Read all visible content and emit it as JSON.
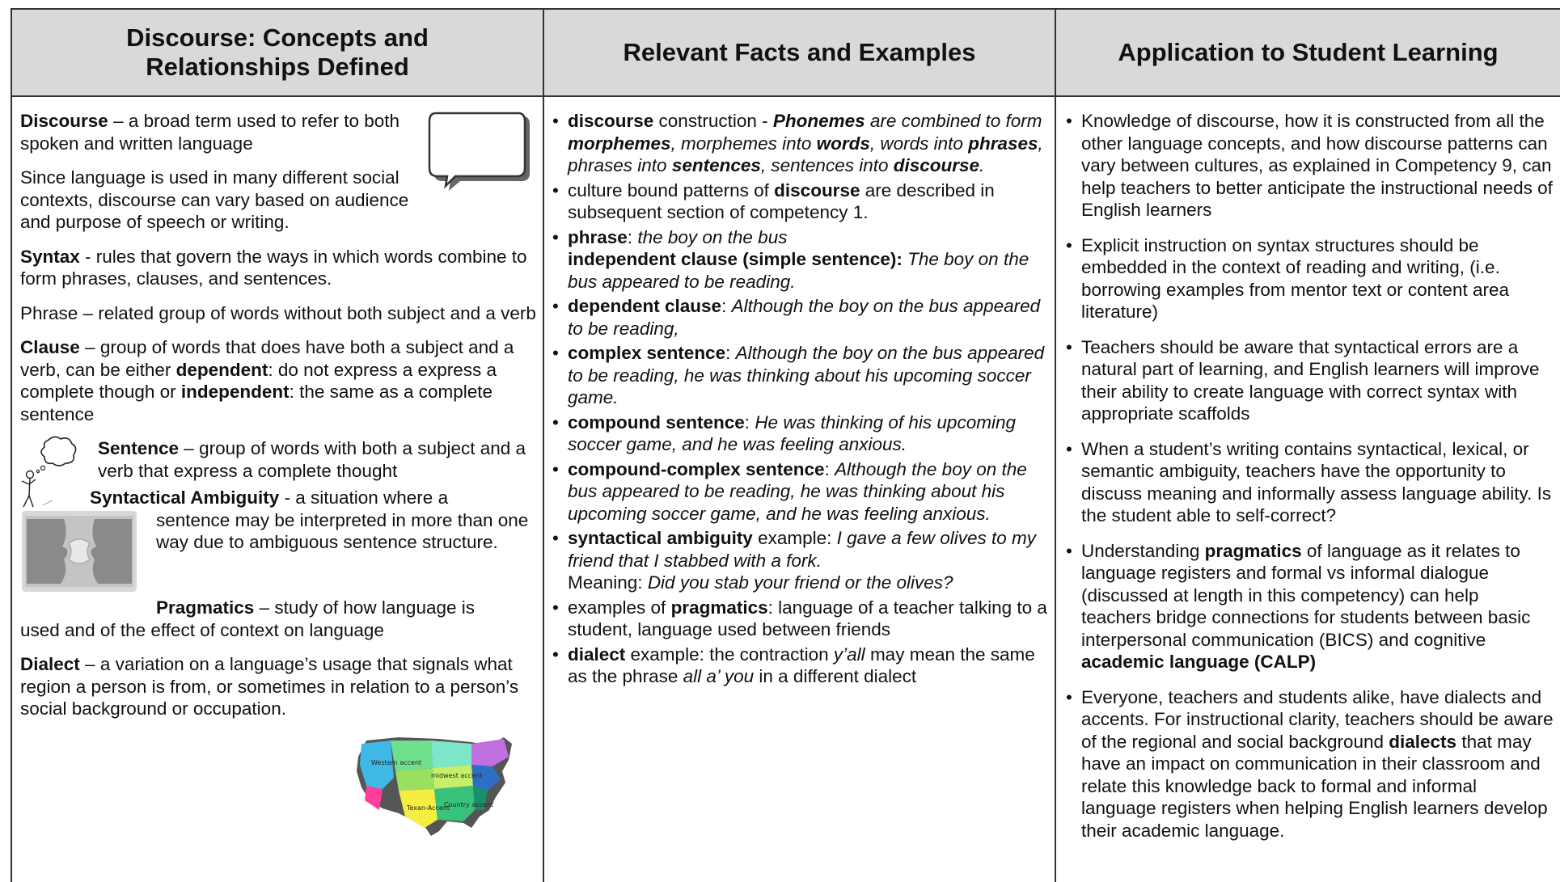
{
  "headers": {
    "col1_line1": "Discourse: Concepts and",
    "col1_line2": "Relationships Defined",
    "col2": "Relevant Facts and Examples",
    "col3": "Application to Student Learning"
  },
  "col1": {
    "discourse_term": "Discourse",
    "discourse_def": " – a broad term used to refer to both spoken and written language",
    "discourse_contexts": "Since language is used in many different social contexts, discourse can vary based on audience and purpose of speech or writing.",
    "syntax_term": "Syntax",
    "syntax_def": " - rules that govern the ways in which words combine to form phrases, clauses, and sentences.",
    "phrase_def": "Phrase – related group of words without both subject and a verb",
    "clause_term": "Clause",
    "clause_def1": " – group of words that does have both a subject and a verb, can be either ",
    "clause_dependent": "dependent",
    "clause_def2": ": do not express a express a complete though  or ",
    "clause_independent": "independent",
    "clause_def3": ": the same as a complete sentence",
    "sentence_term": "Sentence",
    "sentence_def": " – group of words with both a subject and a verb that express a complete thought",
    "ambiguity_term": "Syntactical Ambiguity",
    "ambiguity_def_a": " - a situation where a",
    "ambiguity_def_b": "sentence may be interpreted in more than one way due to ambiguous sentence structure.",
    "pragmatics_term": "Pragmatics",
    "pragmatics_def_a": " – study of how language is",
    "pragmatics_def_b": "used and of the effect of context on language",
    "dialect_term": "Dialect",
    "dialect_def": " – a variation on a language’s usage that signals what region a person is from, or sometimes in relation to a person’s social background or occupation.",
    "map_labels": {
      "western": "Western accent",
      "midwest": "midwest accent",
      "texan": "Texan-Accent",
      "country": "Country accent"
    }
  },
  "col2": {
    "b1_term": "discourse",
    "b1_text1": " construction - ",
    "b1_phonemes": "Phonemes",
    "b1_it1": " are combined to form ",
    "b1_morphemes": "morphemes",
    "b1_it2": ", morphemes into ",
    "b1_words": "words",
    "b1_it3": ", words into ",
    "b1_phrases": "phrases",
    "b1_it4": ", phrases into ",
    "b1_sentences": "sentences",
    "b1_it5": ", sentences into ",
    "b1_discourse": "discourse",
    "b1_it6": ".",
    "b2_text1": "culture bound patterns of ",
    "b2_term": "discourse",
    "b2_text2": " are described in subsequent section of competency 1.",
    "b3_term": "phrase",
    "b3_colon": ": ",
    "b3_example": "the boy on the bus",
    "b3_term2": "independent clause (simple sentence):",
    "b3_example2": " The boy on the bus appeared to be reading.",
    "b4_term": "dependent clause",
    "b4_colon": ": ",
    "b4_example": "Although the boy on the bus appeared to be reading,",
    "b5_term": "complex sentence",
    "b5_colon": ": ",
    "b5_example": "Although the boy on the bus appeared to be reading, he was thinking about his upcoming soccer game.",
    "b6_term": "compound sentence",
    "b6_colon": ": ",
    "b6_example": "He was thinking of his upcoming soccer game, and he was feeling anxious.",
    "b7_term": "compound-complex sentence",
    "b7_colon": ": ",
    "b7_example": "Although the boy on the bus appeared to be reading, he was thinking about his upcoming soccer game, and he was feeling anxious.",
    "b8_term": "syntactical ambiguity",
    "b8_text": " example: ",
    "b8_example": "I gave a few olives to my friend that I stabbed with a fork.",
    "b8_meaning_label": "Meaning: ",
    "b8_meaning": "Did you stab your friend or the olives?",
    "b9_text1": "examples of ",
    "b9_term": "pragmatics",
    "b9_text2": ": language of a teacher talking to a student, language used between friends",
    "b10_term": "dialect",
    "b10_text1": " example: the contraction ",
    "b10_it1": "y’all",
    "b10_text2": " may mean the same as the phrase ",
    "b10_it2": "all a’ you",
    "b10_text3": " in a different dialect"
  },
  "col3": {
    "b1": "Knowledge of discourse, how it is constructed from all the other language concepts, and how discourse patterns can vary between cultures, as explained in Competency 9, can help teachers to better anticipate the instructional needs of English learners",
    "b2": "Explicit instruction on syntax structures should be embedded in the context of reading and writing, (i.e. borrowing examples from mentor text or content area literature)",
    "b3": "Teachers should be aware that syntactical errors are a natural part of learning, and English learners will improve their ability to create language with correct syntax with appropriate scaffolds",
    "b4": "When a student’s writing contains syntactical, lexical, or semantic ambiguity, teachers have the opportunity to discuss meaning and informally assess language ability. Is the student able to self-correct?",
    "b5_text1": "Understanding ",
    "b5_term1": "pragmatics",
    "b5_text2": " of language as it relates to language registers and formal vs informal dialogue (discussed at length in this competency) can help teachers bridge connections for students between basic interpersonal communication (BICS) and cognitive ",
    "b5_term2": "academic language (CALP)",
    "b6_text1": "Everyone, teachers and students alike, have dialects and accents. For instructional clarity, teachers should be aware of the regional and social background ",
    "b6_term": "dialects",
    "b6_text2": " that may have an impact on communication in their classroom and relate this knowledge back to formal and informal language registers when helping English learners develop their academic language."
  },
  "icons": {
    "speech_bubble": "speech-bubble-icon",
    "thinking_figure": "thinking-stick-figure-icon",
    "faces_puzzle": "faces-puzzle-icon",
    "us_map": "us-dialect-map-icon"
  }
}
